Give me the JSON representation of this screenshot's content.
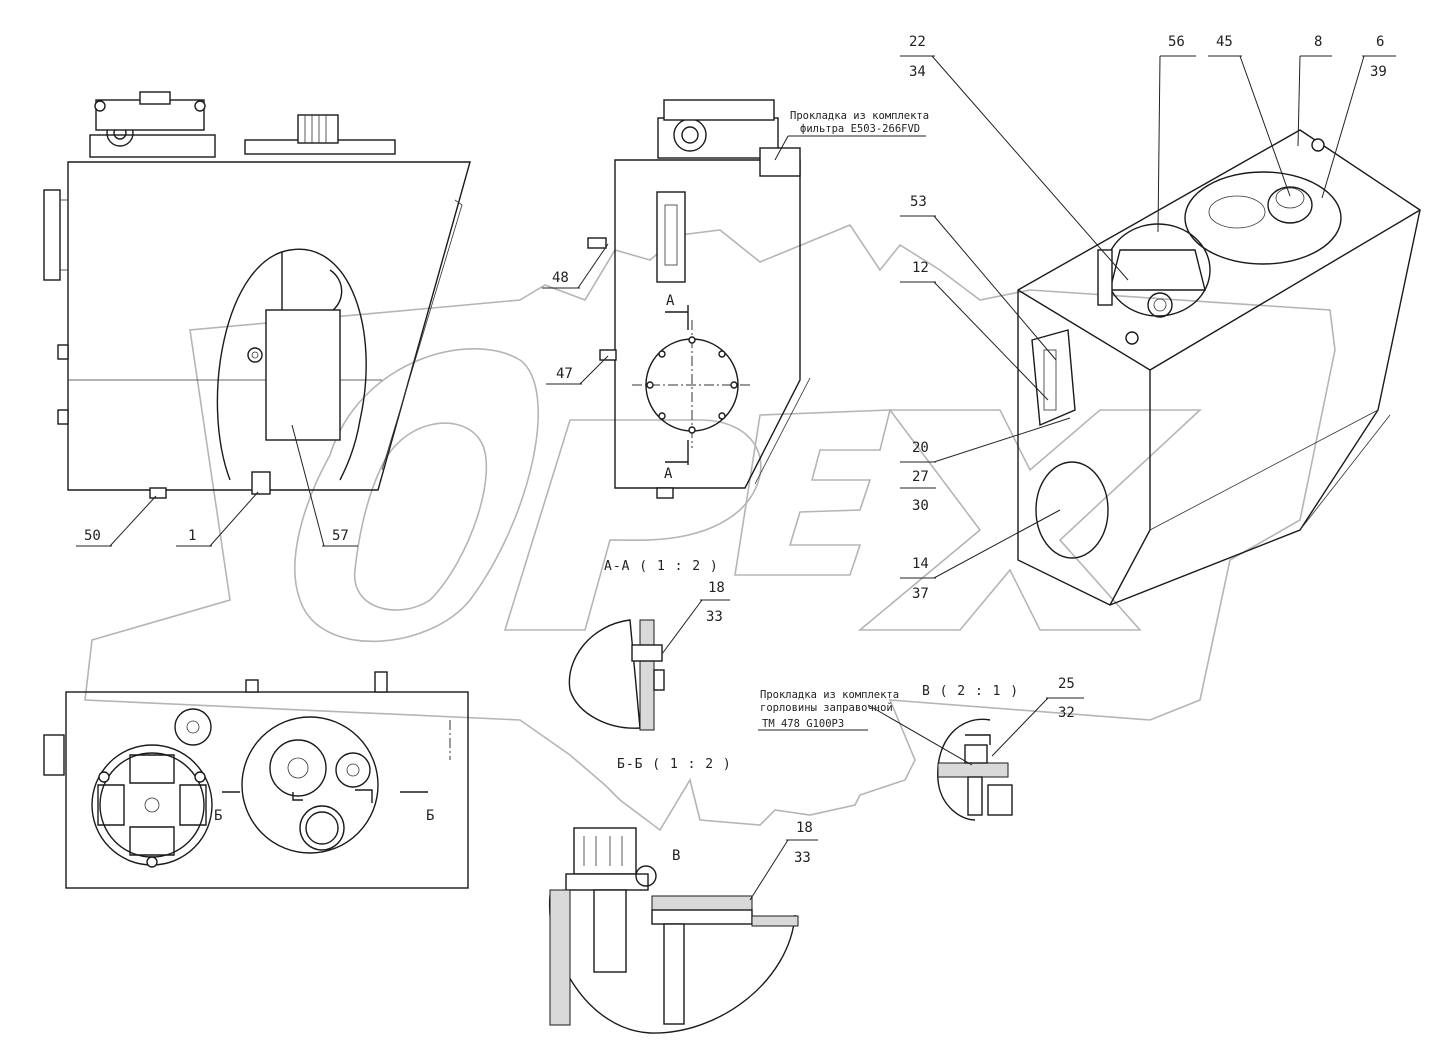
{
  "watermark": {
    "text": "OPEX",
    "gear": true
  },
  "notes": {
    "filter_gasket_line1": "Прокладка из комплекта",
    "filter_gasket_line2": "фильтра E503-266FVD",
    "neck_gasket_line1": "Прокладка из комплекта",
    "neck_gasket_line2": "горловины заправочной",
    "neck_gasket_line3": "TM 478 G100P3"
  },
  "sections": {
    "aa": "А-А ( 1 : 2 )",
    "bb": "Б-Б ( 1 : 2 )",
    "v": "В ( 2 : 1 )",
    "cut_a": "А",
    "cut_b": "Б",
    "detail_v": "В"
  },
  "callouts": {
    "c22": "22",
    "c34": "34",
    "c56": "56",
    "c45": "45",
    "c8": "8",
    "c6": "6",
    "c39": "39",
    "c53": "53",
    "c12": "12",
    "c20": "20",
    "c27": "27",
    "c30": "30",
    "c14": "14",
    "c37": "37",
    "c48": "48",
    "c47": "47",
    "c50": "50",
    "c1": "1",
    "c57": "57",
    "c18a": "18",
    "c33a": "33",
    "c25": "25",
    "c32": "32",
    "c18b": "18",
    "c33b": "33"
  }
}
